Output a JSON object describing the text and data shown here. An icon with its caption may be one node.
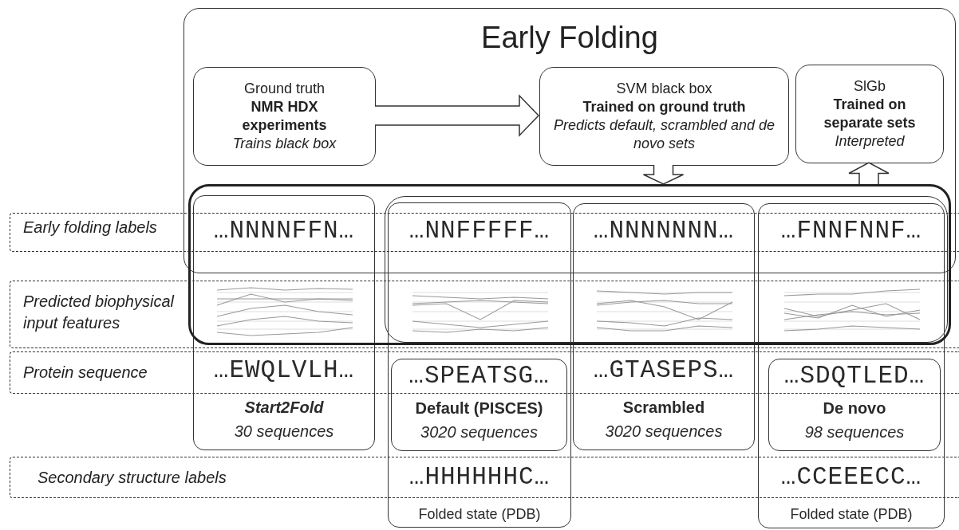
{
  "diagram": {
    "nodes": [
      {
        "text": [
          "Early Folding"
        ]
      },
      {
        "text": [
          "Ground truth",
          "NMR HDX experiments",
          "Trains black box"
        ],
        "in": 0
      },
      {
        "text": [
          "SVM black box",
          "Trained on ground truth",
          "*Predicts* default, scrambled *and* de novo *sets*"
        ],
        "in": 0
      },
      {
        "text": [
          "SlGb",
          "Trained on separate sets",
          "Interpreted"
        ],
        "in": 0
      },
      {
        "text": [],
        "shape": "box"
      },
      {
        "text": [],
        "shape": "box",
        "in": 4
      },
      {
        "text": [
          "*Start2Fold*",
          "30 sequences"
        ]
      },
      {
        "text": [
          "Folded state (PDB)"
        ]
      },
      {
        "text": [
          "…SPEATSG…",
          "Default (PISCES)",
          "3020 sequences"
        ],
        "in": 7
      },
      {
        "text": [
          "Scrambled",
          "3020 sequences"
        ]
      },
      {
        "text": [
          "Folded state (PDB)"
        ]
      },
      {
        "text": [
          "…SDQTLED…",
          "De novo",
          "98 sequences"
        ],
        "in": 10
      },
      {
        "text": [
          "Early folding labels"
        ]
      },
      {
        "text": [
          "Predicted biophysical input features"
        ]
      },
      {
        "text": [
          "Protein sequence"
        ]
      },
      {
        "text": [
          "Secondary structure labels"
        ]
      }
    ],
    "edges": [
      {
        "from": 1,
        "to": 2,
        "arrow": "to"
      },
      {
        "from": 2,
        "to": 4,
        "arrow": "to"
      },
      {
        "from": 4,
        "to": 3,
        "arrow": "to"
      }
    ],
    "labels": [
      "…NNNNFFN…",
      "…NNFFFFF…",
      "…NNNNNNN…",
      "…FNNFNNF…",
      "…EWQLVLH…",
      "…GTASEPS…",
      "…HHHHHHC…",
      "…CCEEECC…"
    ]
  }
}
